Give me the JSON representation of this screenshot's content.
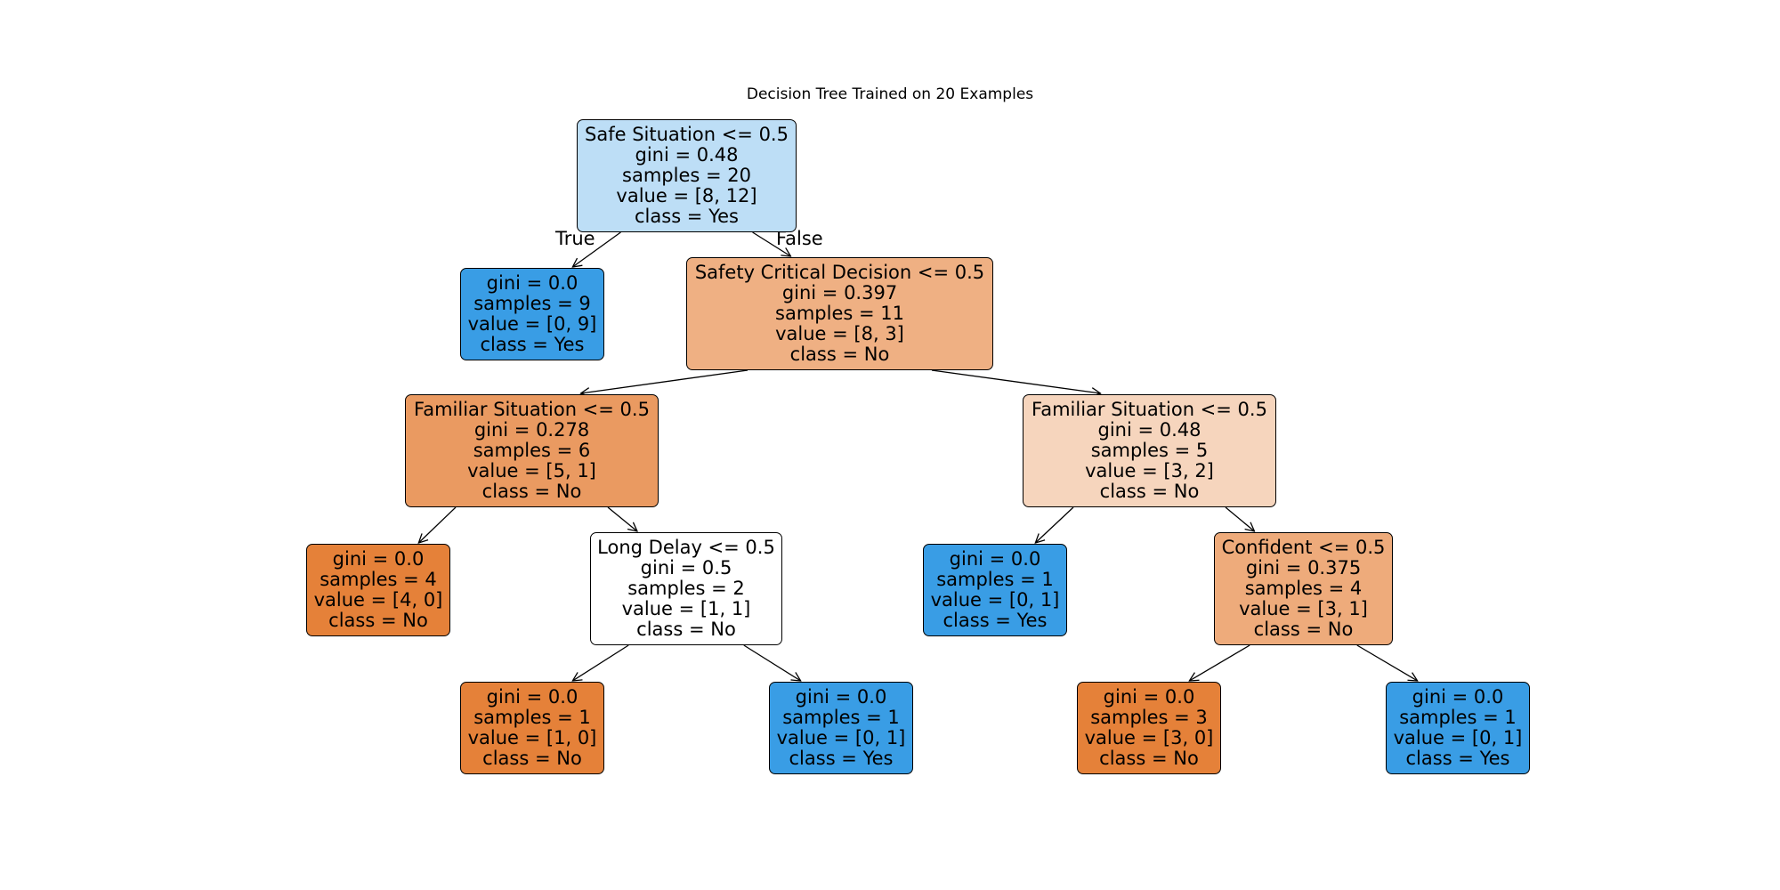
{
  "title": "Decision Tree Trained on 20 Examples",
  "edge_labels": {
    "true_label": "True",
    "false_label": "False"
  },
  "class_colors": {
    "No": "#e58139",
    "Yes": "#399de5"
  },
  "nodes": [
    {
      "id": "n0",
      "split": "Safe Situation <= 0.5",
      "gini": "gini = 0.48",
      "samples": "samples = 20",
      "value": "value = [8, 12]",
      "class": "class = Yes",
      "color": "#bddef6"
    },
    {
      "id": "n1",
      "split": "",
      "gini": "gini = 0.0",
      "samples": "samples = 9",
      "value": "value = [0, 9]",
      "class": "class = Yes",
      "color": "#399de5"
    },
    {
      "id": "n2",
      "split": "Safety Critical Decision <= 0.5",
      "gini": "gini = 0.397",
      "samples": "samples = 11",
      "value": "value = [8, 3]",
      "class": "class = No",
      "color": "#efb083"
    },
    {
      "id": "n3",
      "split": "Familiar Situation <= 0.5",
      "gini": "gini = 0.278",
      "samples": "samples = 6",
      "value": "value = [5, 1]",
      "class": "class = No",
      "color": "#ea9a61"
    },
    {
      "id": "n4",
      "split": "",
      "gini": "gini = 0.0",
      "samples": "samples = 4",
      "value": "value = [4, 0]",
      "class": "class = No",
      "color": "#e58139"
    },
    {
      "id": "n5",
      "split": "Long Delay <= 0.5",
      "gini": "gini = 0.5",
      "samples": "samples = 2",
      "value": "value = [1, 1]",
      "class": "class = No",
      "color": "#ffffff"
    },
    {
      "id": "n6",
      "split": "",
      "gini": "gini = 0.0",
      "samples": "samples = 1",
      "value": "value = [1, 0]",
      "class": "class = No",
      "color": "#e58139"
    },
    {
      "id": "n7",
      "split": "",
      "gini": "gini = 0.0",
      "samples": "samples = 1",
      "value": "value = [0, 1]",
      "class": "class = Yes",
      "color": "#399de5"
    },
    {
      "id": "n8",
      "split": "Familiar Situation <= 0.5",
      "gini": "gini = 0.48",
      "samples": "samples = 5",
      "value": "value = [3, 2]",
      "class": "class = No",
      "color": "#f6d5bd"
    },
    {
      "id": "n9",
      "split": "",
      "gini": "gini = 0.0",
      "samples": "samples = 1",
      "value": "value = [0, 1]",
      "class": "class = Yes",
      "color": "#399de5"
    },
    {
      "id": "n10",
      "split": "Confident <= 0.5",
      "gini": "gini = 0.375",
      "samples": "samples = 4",
      "value": "value = [3, 1]",
      "class": "class = No",
      "color": "#eeab7b"
    },
    {
      "id": "n11",
      "split": "",
      "gini": "gini = 0.0",
      "samples": "samples = 3",
      "value": "value = [3, 0]",
      "class": "class = No",
      "color": "#e58139"
    },
    {
      "id": "n12",
      "split": "",
      "gini": "gini = 0.0",
      "samples": "samples = 1",
      "value": "value = [0, 1]",
      "class": "class = Yes",
      "color": "#399de5"
    }
  ],
  "edges": [
    [
      "n0",
      "n1"
    ],
    [
      "n0",
      "n2"
    ],
    [
      "n2",
      "n3"
    ],
    [
      "n2",
      "n8"
    ],
    [
      "n3",
      "n4"
    ],
    [
      "n3",
      "n5"
    ],
    [
      "n5",
      "n6"
    ],
    [
      "n5",
      "n7"
    ],
    [
      "n8",
      "n9"
    ],
    [
      "n8",
      "n10"
    ],
    [
      "n10",
      "n11"
    ],
    [
      "n10",
      "n12"
    ]
  ]
}
